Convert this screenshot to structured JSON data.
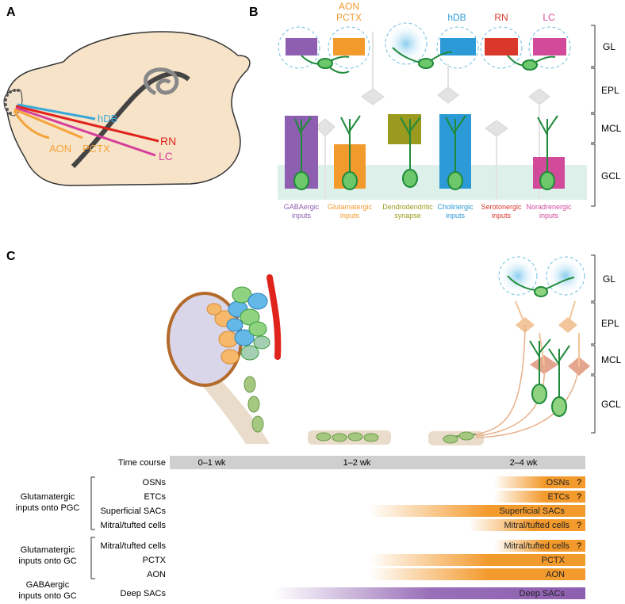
{
  "panels": {
    "a": "A",
    "b": "B",
    "c": "C"
  },
  "panel_a": {
    "labels": {
      "hdb": "hDB",
      "rn": "RN",
      "aon": "AON",
      "pctx": "PCTX",
      "lc": "LC"
    },
    "colors": {
      "hdb": "#3aa8d8",
      "rn": "#e0241b",
      "aon": "#f5a33a",
      "pctx": "#f5a33a",
      "lc": "#d63d9b",
      "brain": "#f6e3c8"
    }
  },
  "panel_b": {
    "top_labels": {
      "aon_pctx_1": "AON",
      "aon_pctx_2": "PCTX",
      "hdb": "hDB",
      "rn": "RN",
      "lc": "LC"
    },
    "layers": [
      "GL",
      "EPL",
      "MCL",
      "GCL"
    ],
    "inputs": [
      {
        "line1": "GABAergic",
        "line2": "inputs",
        "color": "#8e5fb0"
      },
      {
        "line1": "Glutamatergic",
        "line2": "inputs",
        "color": "#f39a2d"
      },
      {
        "line1": "Dendrodendritic",
        "line2": "synapse",
        "color": "#9a9a1e"
      },
      {
        "line1": "Cholinergic",
        "line2": "inputs",
        "color": "#2b9ad6"
      },
      {
        "line1": "Serotonergic",
        "line2": "inputs",
        "color": "#d9382b"
      },
      {
        "line1": "Noradrenergic",
        "line2": "inputs",
        "color": "#d24a9a"
      }
    ]
  },
  "panel_c": {
    "layers": [
      "GL",
      "EPL",
      "MCL",
      "GCL"
    ],
    "time_course": {
      "label": "Time course",
      "periods": [
        "0–1 wk",
        "1–2 wk",
        "2–4 wk"
      ]
    },
    "groups": [
      {
        "line1": "Glutamatergic",
        "line2": "inputs onto PGC"
      },
      {
        "line1": "Glutamatergic",
        "line2": "inputs onto GC"
      },
      {
        "line1": "GABAergic",
        "line2": "inputs onto GC"
      }
    ],
    "rows": [
      {
        "label": "OSNs",
        "bar_text": "OSNs",
        "q": "?",
        "start_frac": 0.78
      },
      {
        "label": "ETCs",
        "bar_text": "ETCs",
        "q": "?",
        "start_frac": 0.78
      },
      {
        "label": "Superficial SACs",
        "bar_text": "Superficial SACs",
        "q": "",
        "start_frac": 0.48
      },
      {
        "label": "Mitral/tufted cells",
        "bar_text": "Mitral/tufted cells",
        "q": "?",
        "start_frac": 0.72
      },
      {
        "label": "Mitral/tufted cells",
        "bar_text": "Mitral/tufted cells",
        "q": "?",
        "start_frac": 0.78
      },
      {
        "label": "PCTX",
        "bar_text": "PCTX",
        "q": "",
        "start_frac": 0.48
      },
      {
        "label": "AON",
        "bar_text": "AON",
        "q": "",
        "start_frac": 0.48
      },
      {
        "label": "Deep SACs",
        "bar_text": "Deep SACs",
        "q": "",
        "start_frac": 0.25
      }
    ]
  }
}
